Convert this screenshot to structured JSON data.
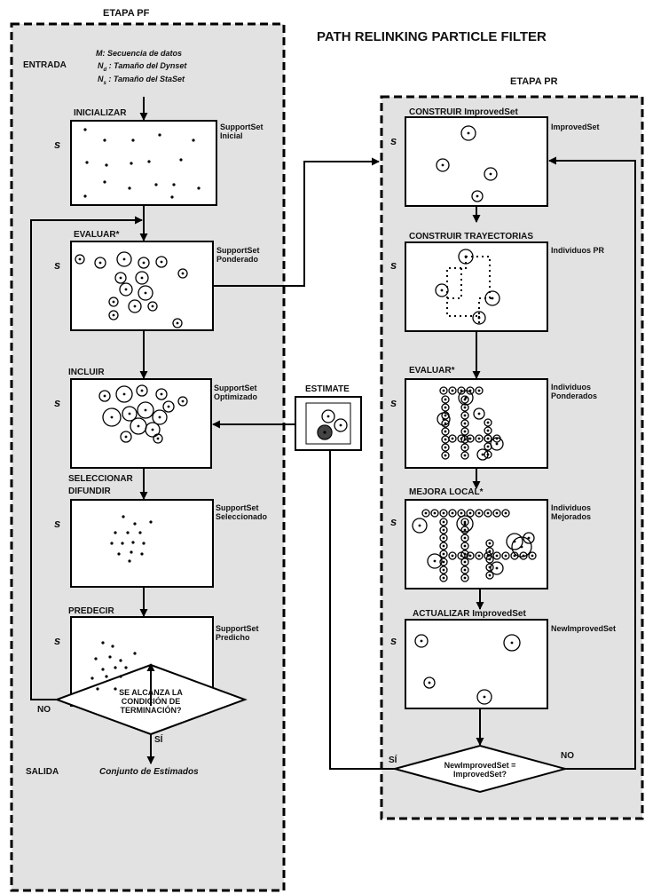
{
  "title": "PATH RELINKING PARTICLE FILTER",
  "stage_pf": {
    "title": "ETAPA PF",
    "input_label": "ENTRADA",
    "input_lines": [
      "M: Secuencia de datos",
      "N",
      "d",
      " : Tamaño del Dynset",
      "N",
      "s",
      " : Tamaño del StaSet"
    ],
    "s_symbol": "s",
    "steps": [
      {
        "label": "INICIALIZAR",
        "set": [
          "SupportSet",
          "Inicial"
        ]
      },
      {
        "label": "EVALUAR*",
        "set": [
          "SupportSet",
          "Ponderado"
        ]
      },
      {
        "label": "INCLUIR",
        "set": [
          "SupportSet",
          "Optimizado"
        ]
      },
      {
        "label": "SELECCIONAR",
        "label2": "DIFUNDIR",
        "set": [
          "SupportSet",
          "Seleccionado"
        ]
      },
      {
        "label": "PREDECIR",
        "set": [
          "SupportSet",
          "Predicho"
        ]
      }
    ],
    "decision": [
      "SE ALCANZA LA",
      "CONDICIÓN DE",
      "TERMINACIÓN?"
    ],
    "no": "NO",
    "yes": "SÍ",
    "output_label": "SALIDA",
    "output": "Conjunto de Estimados"
  },
  "estimate": "ESTIMATE",
  "stage_pr": {
    "title": "ETAPA PR",
    "steps": [
      {
        "label": "CONSTRUIR ImprovedSet",
        "set": [
          "ImprovedSet"
        ]
      },
      {
        "label": "CONSTRUIR TRAYECTORIAS",
        "set": [
          "Individuos PR"
        ]
      },
      {
        "label": "EVALUAR*",
        "set": [
          "Individuos",
          "Ponderados"
        ]
      },
      {
        "label": "MEJORA LOCAL*",
        "set": [
          "Individuos",
          "Mejorados"
        ]
      },
      {
        "label": "ACTUALIZAR ImprovedSet",
        "set": [
          "NewImprovedSet"
        ]
      }
    ],
    "decision": [
      "NewImprovedSet =",
      "ImprovedSet?"
    ],
    "yes": "SÍ",
    "no": "NO"
  }
}
